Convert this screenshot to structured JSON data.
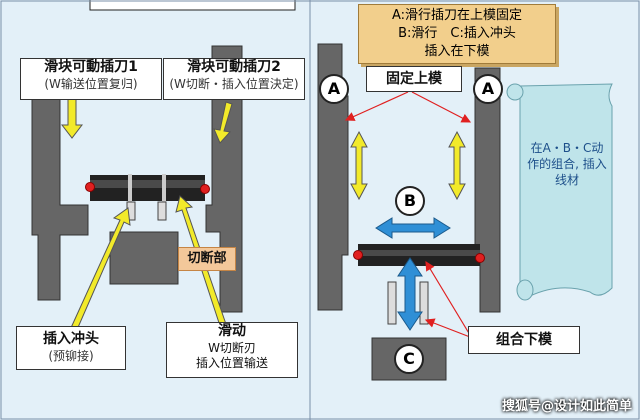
{
  "left_panel": {
    "slider_insert_1": {
      "title": "滑块可動插刀1",
      "subtitle": "(W输送位置复归)"
    },
    "slider_insert_2": {
      "title": "滑块可動插刀2",
      "subtitle": "(W切断・插入位置決定)"
    },
    "cut_section": "切断部",
    "insert_punch": {
      "title": "插入冲头",
      "subtitle": "(预铆接)"
    },
    "slide_motion": {
      "title": "滑动",
      "line2": "W切断刃",
      "line3": "插入位置输送"
    }
  },
  "right_panel": {
    "legend": {
      "line1": "A:滑行插刀在上模固定",
      "line2": "B:滑行　C:插入冲头",
      "line3": "插入在下模"
    },
    "fixed_upper_die": "固定上模",
    "combined_lower_die": "组合下模",
    "label_a_left": "A",
    "label_a_right": "A",
    "label_b": "B",
    "label_c": "C",
    "scroll_note": {
      "line1": "在A・B・C动",
      "line2": "作的组合, 插入",
      "line3": "线材"
    }
  },
  "watermark": "搜狐号@设计如此简单",
  "colors": {
    "background": "#e3f0f8",
    "die_gray": "#666666",
    "yellow_arrow": "#f2ea2a",
    "blue_arrow": "#2f8fd6",
    "cut_label_fill": "#f3c89a",
    "legend_fill": "#f2cf8c",
    "scroll_fill": "#bfe4ea",
    "red_pointer": "#e02020"
  }
}
